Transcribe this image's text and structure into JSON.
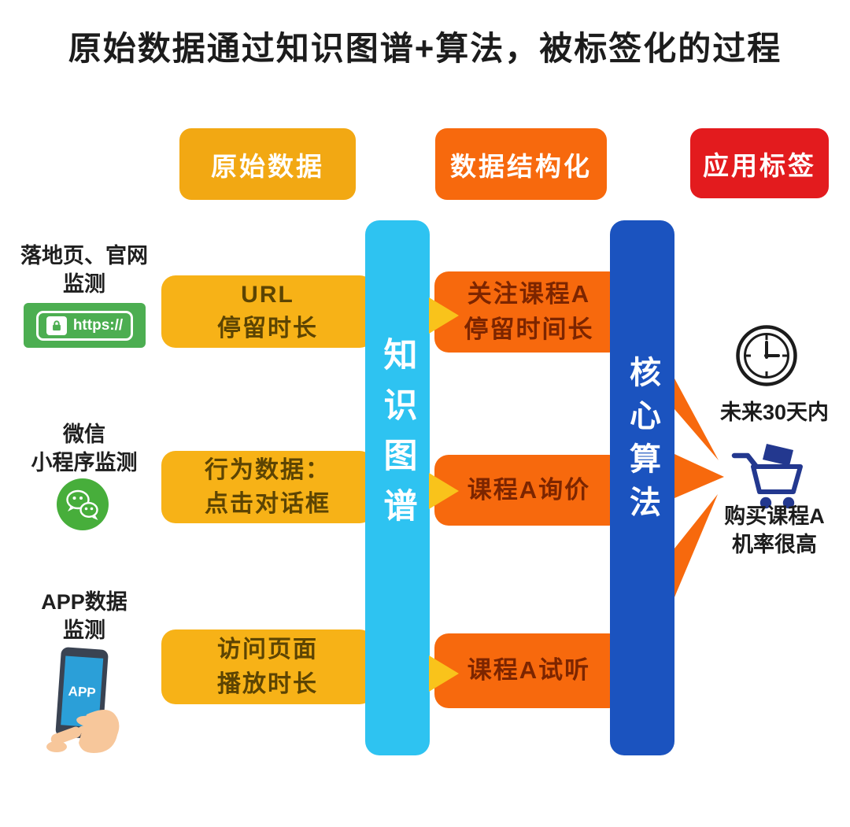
{
  "title": "原始数据通过知识图谱+算法，被标签化的过程",
  "stages": [
    {
      "label": "原始数据",
      "color": "#F2A813"
    },
    {
      "label": "数据结构化",
      "color": "#F7690D"
    },
    {
      "label": "应用标签",
      "color": "#E31B1E"
    }
  ],
  "pillars": {
    "knowledge_graph": "知识图谱",
    "core_algorithm": "核心算法"
  },
  "sources": [
    {
      "name": "落地页、官网\n监测",
      "icon": "https-lock-icon",
      "icon_label": "https://",
      "raw_data": "URL\n停留时长",
      "structured_data": "关注课程A\n停留时间长"
    },
    {
      "name": "微信\n小程序监测",
      "icon": "wechat-icon",
      "raw_data": "行为数据：\n点击对话框",
      "structured_data": "课程A询价"
    },
    {
      "name": "APP数据\n监测",
      "icon": "app-phone-icon",
      "icon_label": "APP",
      "raw_data": "访问页面\n播放时长",
      "structured_data": "课程A试听"
    }
  ],
  "output": {
    "timeframe": "未来30天内",
    "prediction": "购买课程A\n机率很高"
  },
  "colors": {
    "raw_badge_yellow": "#F2A813",
    "data_box_yellow": "#F7B217",
    "structured_orange": "#F7690D",
    "applied_red": "#E31B1E",
    "knowledge_graph_cyan": "#2EC3F1",
    "core_algorithm_blue": "#1B53BF",
    "https_green": "#4CAE51",
    "wechat_green": "#47AE3B",
    "cart_navy": "#23388F",
    "flow_arrow_yellow": "#F9C31B"
  }
}
